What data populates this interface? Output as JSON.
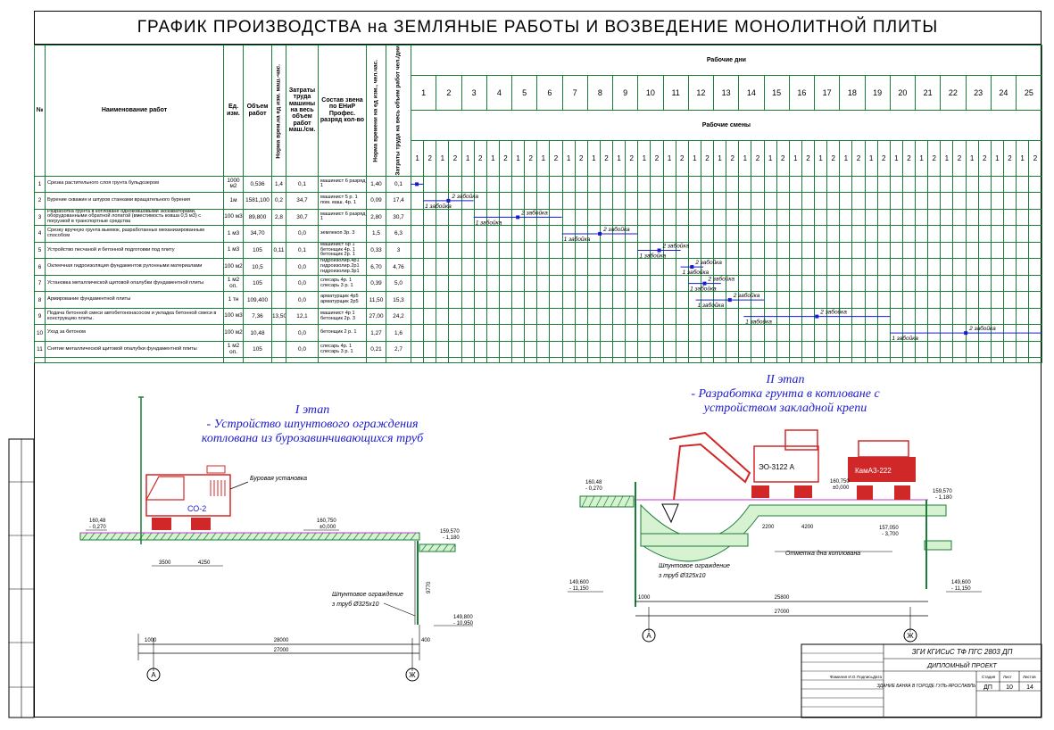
{
  "title": "ГРАФИК   ПРОИЗВОДСТВА на ЗЕМЛЯНЫЕ РАБОТЫ И ВОЗВЕДЕНИЕ МОНОЛИТНОЙ ПЛИТЫ",
  "headers": {
    "num": "№",
    "name": "Наименование работ",
    "unit": "Ед. изм.",
    "volume": "Объем работ",
    "norm_mash": "Норма врем.на ед изм. маш.-час.",
    "cost_mash": "Затраты труда машины на весь объем работ маш./см.",
    "crew": "Состав звена по ЕНиР Профес. разряд кол-во",
    "norm_chel": "Норма времени на ед изм., чел.час.",
    "cost_chel": "Затраты труда на весь объем работ чел./дни",
    "days": "Рабочие дни",
    "shifts": "Рабочие смены"
  },
  "days": [
    "1",
    "2",
    "3",
    "4",
    "5",
    "6",
    "7",
    "8",
    "9",
    "10",
    "11",
    "12",
    "13",
    "14",
    "15",
    "16",
    "17",
    "18",
    "19",
    "20",
    "21",
    "22",
    "23",
    "24",
    "25"
  ],
  "shift_labels": [
    "1",
    "2"
  ],
  "rows": [
    {
      "n": "1",
      "name": "Срезка растительного слоя грунта бульдозером",
      "unit": "1000 м2",
      "vol": "0,536",
      "nm": "1,4",
      "cm": "0,1",
      "crew": "машинист 6 разряд 1",
      "nc": "1,40",
      "cc": "0,1"
    },
    {
      "n": "2",
      "name": "Бурение скважин и шпуров станками вращательного бурения",
      "unit": "1м",
      "vol": "1581,100",
      "nm": "0,2",
      "cm": "34,7",
      "crew": "машинист 5 р. 1 пом. маш. 4р. 1",
      "nc": "0,09",
      "cc": "17,4"
    },
    {
      "n": "3",
      "name": "Разработка грунта в котловане одноковшовыми экскаваторами, оборудованными обратной лопатой (вместимость ковша 0,5 м3) с погрузкой в транспортные средства",
      "unit": "100 м3",
      "vol": "89,800",
      "nm": "2,8",
      "cm": "30,7",
      "crew": "машинист 6 разряд 1",
      "nc": "2,80",
      "cc": "30,7"
    },
    {
      "n": "4",
      "name": "Срезку вручную грунта выемок, разработанных механизированным способом",
      "unit": "1 м3",
      "vol": "34,70",
      "nm": "",
      "cm": "0,0",
      "crew": "землекоп 3р. 3",
      "nc": "1,5",
      "cc": "6,3"
    },
    {
      "n": "5",
      "name": "Устройство песчаной и бетонной подготовки под плиту",
      "unit": "1 м3",
      "vol": "105",
      "nm": "0,11",
      "cm": "0,1",
      "crew": "машинист 6р 1 бетонщик 4р. 1 бетонщик 2р. 1",
      "nc": "0,33",
      "cc": "3"
    },
    {
      "n": "6",
      "name": "Оклеечная гидроизоляция фундаментов рулонными материалами",
      "unit": "100 м2",
      "vol": "10,5",
      "nm": "",
      "cm": "0,0",
      "crew": "гидроизолир.4р1 гидроизолир.2р1 гидроизолир.3р1",
      "nc": "6,70",
      "cc": "4,76"
    },
    {
      "n": "7",
      "name": "Установка металлической щитовой опалубки фундаментной плиты",
      "unit": "1 м2 оп.",
      "vol": "105",
      "nm": "",
      "cm": "0,0",
      "crew": "слесарь 4р. 1 слесарь 3 р. 1",
      "nc": "0,39",
      "cc": "5,0"
    },
    {
      "n": "8",
      "name": "Армирование фундаментной плиты",
      "unit": "1 тн",
      "vol": "109,400",
      "nm": "",
      "cm": "0,0",
      "crew": "арматурщик 4р5 арматурщик 2р5",
      "nc": "11,50",
      "cc": "15,3"
    },
    {
      "n": "9",
      "name": "Подача бетонной смеси автобетононасосом и укладка бетонной смеси в конструкцию плиты.",
      "unit": "100 м3",
      "vol": "7,36",
      "nm": "13,50",
      "cm": "12,1",
      "crew": "машинист 4р 1 бетонщик 2р. 3",
      "nc": "27,00",
      "cc": "24,2"
    },
    {
      "n": "10",
      "name": "Уход за бетоном",
      "unit": "100 м2",
      "vol": "10,48",
      "nm": "",
      "cm": "0,0",
      "crew": "бетонщик 2 р. 1",
      "nc": "1,27",
      "cc": "1,6"
    },
    {
      "n": "11",
      "name": "Снятие металлической щитовой опалубки фундаментной плиты",
      "unit": "1 м2 оп.",
      "vol": "105",
      "nm": "",
      "cm": "0,0",
      "crew": "слесарь 4р. 1 слесарь 3 р. 1",
      "nc": "0,21",
      "cc": "2,7"
    }
  ],
  "gantt_labels": {
    "first": "1 забойка",
    "second": "2 забойка"
  },
  "stage1": {
    "title": "I этап",
    "subtitle": "- Устройство шпунтового ограждения котлована из бурозавинчивающихся труб",
    "machine": "СО-2",
    "rig_label": "Буровая установка",
    "fence_label": "Шпунтовое ограждение из труб Ø325х10",
    "elev_left": "160,48",
    "elev_left2": "- 0,270",
    "elev_top": "160,750",
    "elev_top2": "±0,000",
    "elev_right": "159,570",
    "elev_right2": "- 1,180",
    "elev_bottom": "149,800",
    "elev_bottom2": "- 10,950",
    "dim_a": "3500",
    "dim_b": "4250",
    "dim_c": "28000",
    "dim_d": "27000",
    "dim_e": "1000",
    "dim_f": "400",
    "dim_g": "9770",
    "axis_a": "А",
    "axis_b": "Ж"
  },
  "stage2": {
    "title": "II этап",
    "subtitle": "- Разработка грунта в котловане с устройством закладной крепи",
    "excavator": "ЭО-3122 А",
    "truck": "КамАЗ-222",
    "fence_label": "Шпунтовое ограждение из труб Ø325х10",
    "bottom_label": "Отметка дна котлована",
    "elev_left": "160,48",
    "elev_left2": "- 0,270",
    "elev_top": "160,750",
    "elev_top2": "±0,000",
    "elev_right": "159,570",
    "elev_right2": "- 1,180",
    "elev_mid": "157,050",
    "elev_mid2": "- 3,700",
    "elev_bl": "149,600",
    "elev_bl2": "- 11,150",
    "elev_br": "149,600",
    "elev_br2": "- 11,150",
    "dim_a": "2200",
    "dim_b": "4200",
    "dim_c": "25800",
    "dim_d": "27000",
    "dim_e": "1000",
    "axis_a": "А",
    "axis_b": "Ж"
  },
  "stamp": {
    "code": "ЗГИ КГИСиС ТФ ПГС 2803 ДП",
    "type": "ДИПЛОМНЫЙ ПРОЕКТ",
    "desc": "ЗДАНИЕ БАНКА В ГОРОДЕ ГУЛЬ-ЯРОСЛАВЛЬ",
    "sheet_h": "Стадия",
    "sheet_h2": "Лист",
    "sheet_h3": "Листов",
    "stage": "ДП",
    "sheet": "10",
    "sheets": "14",
    "col1": "Фамилия И.О.",
    "col2": "Подпись",
    "col3": "Дата"
  }
}
